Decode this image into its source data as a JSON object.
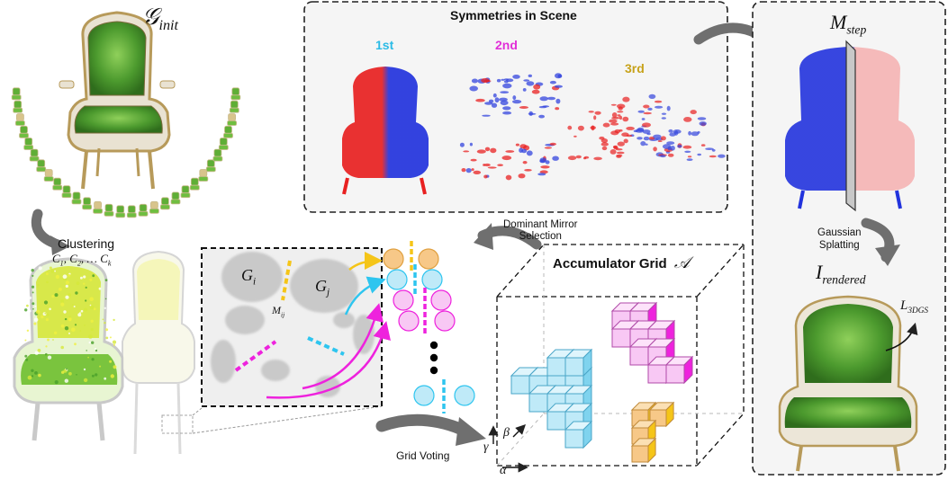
{
  "labels": {
    "g_init": {
      "base": "𝒢",
      "sub": "init"
    },
    "clustering": "Clustering",
    "clusters_math": {
      "c1": "C",
      "s1": "1",
      "c2": "C",
      "s2": "2",
      "c3": "C",
      "s3": "k",
      "dots": "…"
    },
    "gi": {
      "base": "G",
      "sub": "i"
    },
    "gj": {
      "base": "G",
      "sub": "j"
    },
    "mij": {
      "base": "M",
      "sub": "ij"
    },
    "symmetries_title": "Symmetries in Scene",
    "sym_1": "1st",
    "sym_2": "2nd",
    "sym_3": "3rd",
    "m_step": {
      "base": "M",
      "sub": "step"
    },
    "dominant_mirror": "Dominant Mirror",
    "selection": "Selection",
    "gaussian": "Gaussian",
    "splatting": "Splatting",
    "i_rendered": {
      "base": "I",
      "sub": "rendered"
    },
    "loss": {
      "base": "L",
      "sub": "3DGS"
    },
    "accumulator": "Accumulator Grid",
    "accumulator_math": "𝒜",
    "grid_voting": "Grid Voting",
    "alpha": "α",
    "beta": "β",
    "gamma": "γ"
  },
  "colors": {
    "yellow": "#f5c518",
    "cyan": "#2ec5ef",
    "magenta": "#ee22dd",
    "orange_fill": "#f7c888",
    "cyan_fill": "#bfeaf8",
    "pink_fill": "#f8c8f4",
    "blue": "#2233dd",
    "red": "#e82020",
    "sym_1st": "#2bbbe6",
    "sym_2nd": "#e12fd8",
    "sym_3rd": "#c7a21a",
    "chair_green": "#4c9a2e",
    "arrow_gray": "#6f6f6f"
  }
}
